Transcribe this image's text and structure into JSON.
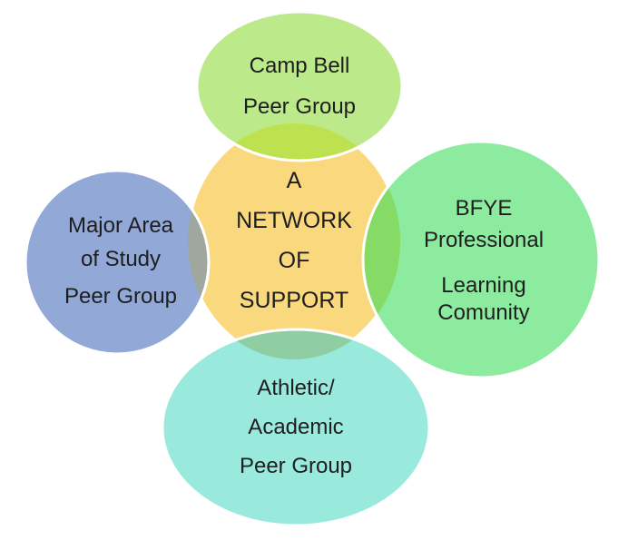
{
  "diagram": {
    "title": "A NETWORK OF SUPPORT",
    "stroke_color": "#FFFFFF",
    "text_color": "#1E1E1E",
    "center": {
      "lines": [
        "A",
        "NETWORK",
        "OF",
        "SUPPORT"
      ],
      "color": "#FAD87E"
    },
    "top": {
      "lines": [
        "Camp Bell",
        "Peer Group"
      ],
      "color": "#BCE98A",
      "overlap_color": "#BEE24F"
    },
    "left": {
      "lines": [
        "Major Area",
        "of Study",
        "Peer Group"
      ],
      "color": "#92A8D7",
      "overlap_color": "#9FA79E"
    },
    "right": {
      "lines": [
        "BFYE",
        "Professional",
        "Learning",
        "Comunity"
      ],
      "color": "#8DEB9F",
      "overlap_color": "#85DB65"
    },
    "bottom": {
      "lines": [
        "Athletic/",
        "Academic",
        "Peer Group"
      ],
      "color": "#9AE9DD",
      "overlap_color": "#8FCEA3"
    }
  }
}
